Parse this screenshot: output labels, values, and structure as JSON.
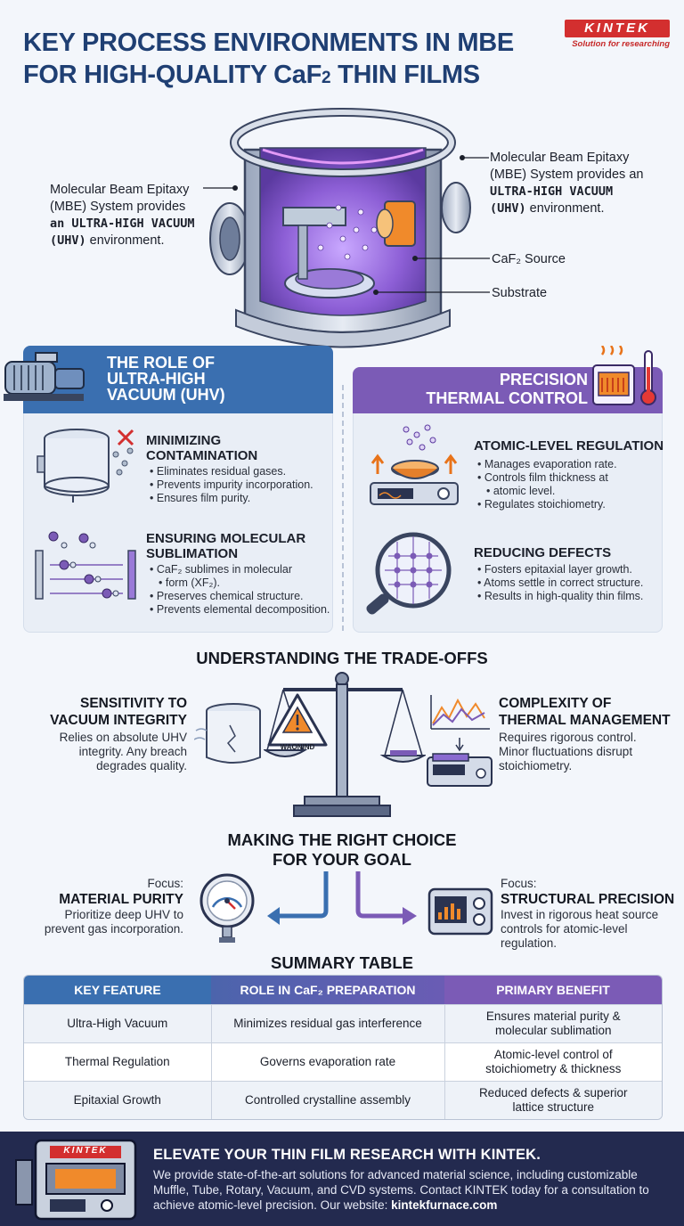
{
  "header": {
    "title_line1": "KEY PROCESS ENVIRONMENTS IN MBE",
    "title_line2_pre": "FOR HIGH-QUALITY CaF",
    "title_line2_sub": "2",
    "title_line2_post": " THIN FILMS",
    "logo_text": "KINTEK",
    "logo_tagline": "Solution for researching"
  },
  "hero": {
    "left_callout_l1": "Molecular Beam Epitaxy",
    "left_callout_l2": "(MBE) System provides",
    "left_callout_l3": "an ULTRA-HIGH VACUUM",
    "left_callout_l4": "(UHV)",
    "left_callout_l4b": " environment.",
    "right_callout_l1": "Molecular Beam Epitaxy",
    "right_callout_l2": "(MBE) System provides an",
    "right_callout_l3": "ULTRA-HIGH VACUUM",
    "right_callout_l4": "(UHV)",
    "right_callout_l4b": " environment.",
    "source_label": "CaF₂ Source",
    "substrate_label": "Substrate"
  },
  "uhv_panel": {
    "title_l1": "THE ROLE OF",
    "title_l2": "ULTRA-HIGH",
    "title_l3": "VACUUM (UHV)",
    "sec1_title_l1": "MINIMIZING",
    "sec1_title_l2": "CONTAMINATION",
    "sec1_b1": "Eliminates residual gases.",
    "sec1_b2": "Prevents impurity incorporation.",
    "sec1_b3": "Ensures film purity.",
    "sec2_title_l1": "ENSURING MOLECULAR",
    "sec2_title_l2": "SUBLIMATION",
    "sec2_b1_l1": "CaF₂ sublimes in molecular",
    "sec2_b1_l2": "form (XF₂).",
    "sec2_b2": "Preserves chemical structure.",
    "sec2_b3": "Prevents elemental decomposition."
  },
  "thermal_panel": {
    "title_l1": "PRECISION",
    "title_l2": "THERMAL CONTROL",
    "sec1_title": "ATOMIC-LEVEL REGULATION",
    "sec1_b1": "Manages evaporation rate.",
    "sec1_b2_l1": "Controls film thickness at",
    "sec1_b2_l2": "atomic level.",
    "sec1_b3": "Regulates stoichiometry.",
    "sec2_title": "REDUCING DEFECTS",
    "sec2_b1": "Fosters epitaxial layer growth.",
    "sec2_b2": "Atoms settle in correct structure.",
    "sec2_b3": "Results in high-quality thin films."
  },
  "tradeoffs": {
    "heading": "UNDERSTANDING THE TRADE-OFFS",
    "left_title_l1": "SENSITIVITY TO",
    "left_title_l2": "VACUUM INTEGRITY",
    "left_text_l1": "Relies on absolute UHV",
    "left_text_l2": "integrity. Any breach",
    "left_text_l3": "degrades quality.",
    "warning_label": "WAONIND",
    "right_title_l1": "COMPLEXITY OF",
    "right_title_l2": "THERMAL MANAGEMENT",
    "right_text_l1": "Requires rigorous control.",
    "right_text_l2": "Minor fluctuations disrupt",
    "right_text_l3": "stoichiometry."
  },
  "choice": {
    "heading_l1": "MAKING THE RIGHT CHOICE",
    "heading_l2": "FOR YOUR GOAL",
    "left_focus": "Focus:",
    "left_title": "MATERIAL PURITY",
    "left_text_l1": "Prioritize deep UHV to",
    "left_text_l2": "prevent gas incorporation.",
    "right_focus": "Focus:",
    "right_title": "STRUCTURAL PRECISION",
    "right_text_l1": "Invest in rigorous heat source",
    "right_text_l2": "controls for atomic-level",
    "right_text_l3": "regulation."
  },
  "summary": {
    "heading": "SUMMARY TABLE",
    "col1": "KEY FEATURE",
    "col2": "ROLE IN CaF₂ PREPARATION",
    "col3": "PRIMARY BENEFIT",
    "r1c1": "Ultra-High Vacuum",
    "r1c2": "Minimizes residual gas interference",
    "r1c3_l1": "Ensures material purity &",
    "r1c3_l2": "molecular sublimation",
    "r2c1": "Thermal Regulation",
    "r2c2": "Governs evaporation rate",
    "r2c3_l1": "Atomic-level control of",
    "r2c3_l2": "stoichiometry & thickness",
    "r3c1": "Epitaxial Growth",
    "r3c2": "Controlled crystalline assembly",
    "r3c3_l1": "Reduced defects & superior",
    "r3c3_l2": "lattice structure"
  },
  "footer": {
    "title": "ELEVATE YOUR THIN FILM RESEARCH WITH KINTEK.",
    "text": "We provide state-of-the-art solutions for advanced material science, including customizable Muffle, Tube, Rotary, Vacuum, and CVD systems. Contact KINTEK today for a consultation to achieve atomic-level precision. Our website: ",
    "website": "kintekfurnace.com",
    "logo_text": "KINTEK"
  },
  "colors": {
    "blue": "#3a6fb0",
    "purple": "#7b5bb6",
    "red": "#d32f2f",
    "navy": "#232a4f"
  }
}
